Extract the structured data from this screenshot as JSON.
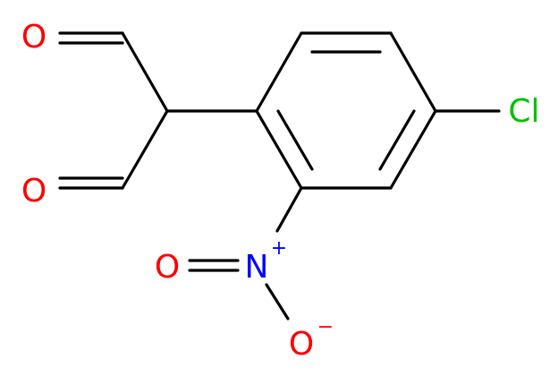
{
  "molecule": {
    "atoms": {
      "o_top": "O",
      "o_mid": "O",
      "cl": "Cl",
      "n": "N",
      "n_charge": "+",
      "o_nitro_left": "O",
      "o_nitro_bottom": "O",
      "o_charge": "−"
    }
  },
  "colors": {
    "oxygen": "#ff0000",
    "chlorine": "#00c000",
    "nitrogen": "#0000ff",
    "bond": "#000000"
  }
}
